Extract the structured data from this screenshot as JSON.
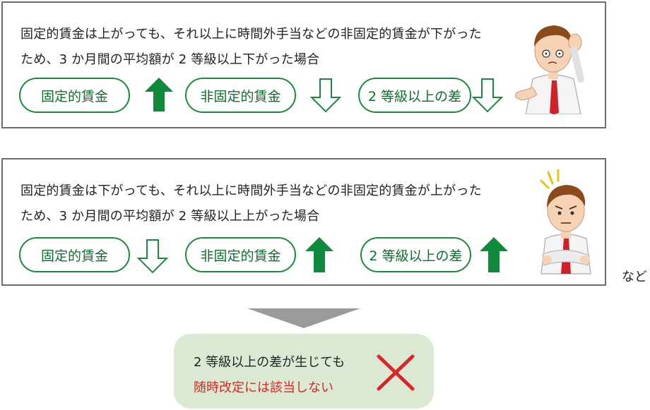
{
  "case1": {
    "line1": "固定的賃金は上がっても、それ以上に時間外手当などの非固定的賃金が下がった",
    "line2": "ため、3 か月間の平均額が 2 等級以上下がった場合",
    "pill1": "固定的賃金",
    "pill2": "非固定的賃金",
    "pill3": "2 等級以上の差",
    "arrows": [
      "up-filled",
      "down-outline",
      "down-outline"
    ],
    "character_icon": "confused-man-icon"
  },
  "case2": {
    "line1": "固定的賃金は下がっても、それ以上に時間外手当などの非固定的賃金が上がった",
    "line2": "ため、3 か月間の平均額が 2 等級以上上がった場合",
    "pill1": "固定的賃金",
    "pill2": "非固定的賃金",
    "pill3": "2 等級以上の差",
    "arrows": [
      "down-outline",
      "up-filled",
      "up-filled"
    ],
    "character_icon": "annoyed-man-icon"
  },
  "etc_label": "など",
  "result": {
    "line1": "2 等級以上の差が生じても",
    "line2": "随時改定には該当しない",
    "mark_icon": "red-cross-icon"
  },
  "colors": {
    "border": "#6e6e6e",
    "pill_border": "#1c8a3c",
    "pill_text": "#0f6e2c",
    "arrow_filled": "#0f8a3c",
    "result_bg": "#dbe9d2",
    "result_highlight": "#d62828",
    "funnel": "#9a9a9a"
  }
}
